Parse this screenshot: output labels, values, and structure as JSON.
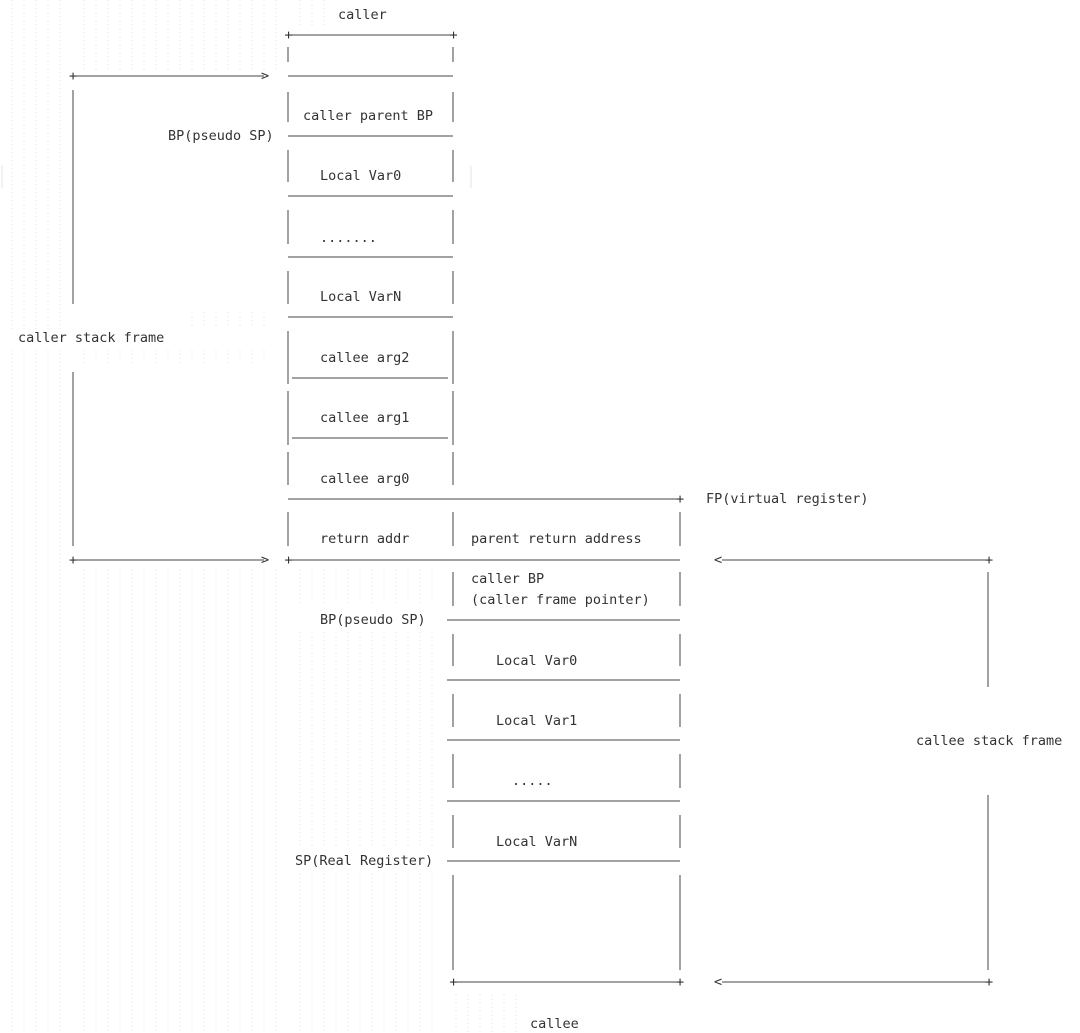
{
  "labels": {
    "caller": "caller",
    "callee": "callee",
    "caller_stack_frame": "caller stack frame",
    "callee_stack_frame": "callee stack frame",
    "caller_bp": "BP(pseudo SP)",
    "callee_bp": "BP(pseudo SP)",
    "fp": "FP(virtual register)",
    "sp": "SP(Real Register)"
  },
  "caller_cells": {
    "parent_bp": "caller parent BP",
    "local_var0": "Local Var0",
    "ellipsis": ".......",
    "local_varN": "Local VarN",
    "arg2": "callee arg2",
    "arg1": "callee arg1",
    "arg0": "callee arg0",
    "return_addr": "return addr"
  },
  "callee_cells": {
    "parent_return_address": "parent return address",
    "caller_bp_line1": "caller BP",
    "caller_bp_line2": "(caller frame pointer)",
    "local_var0": "Local Var0",
    "local_var1": "Local Var1",
    "ellipsis": ".....",
    "local_varN": "Local VarN"
  },
  "arrow_glyph": "&gt;",
  "arrow_glyph_left": "&lt;"
}
